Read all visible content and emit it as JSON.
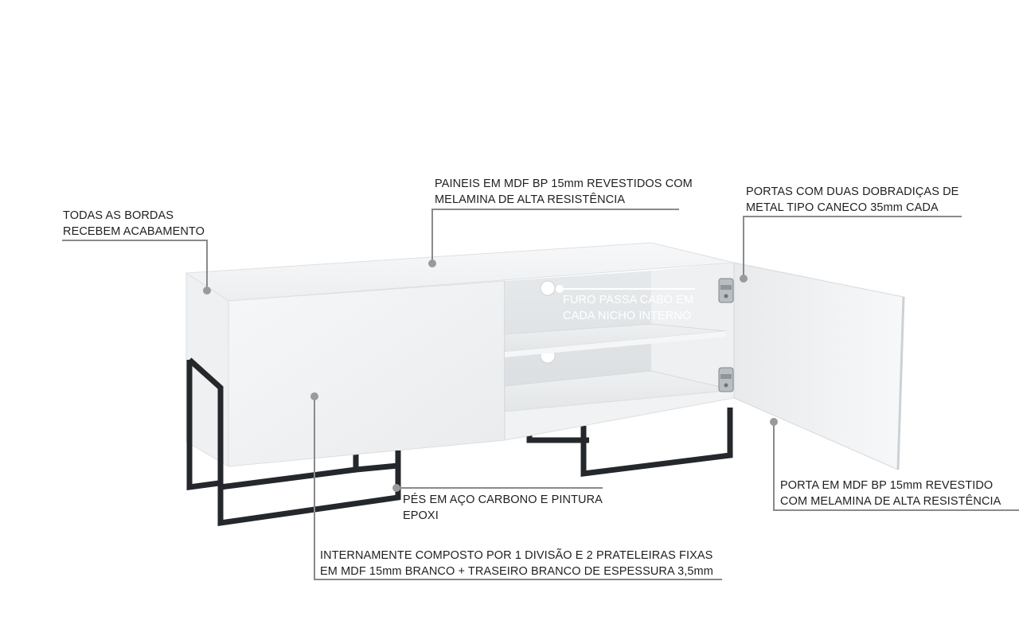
{
  "annotations": {
    "edges": {
      "lines": [
        "TODAS AS BORDAS",
        "RECEBEM ACABAMENTO"
      ]
    },
    "panels": {
      "lines": [
        "PAINEIS EM MDF  BP 15mm REVESTIDOS COM",
        "MELAMINA DE ALTA RESISTÊNCIA"
      ]
    },
    "hinges": {
      "lines": [
        "PORTAS COM DUAS  DOBRADIÇAS DE",
        "METAL TIPO CANECO 35mm CADA"
      ]
    },
    "cable_hole": {
      "lines": [
        "FURO PASSA CABO EM",
        "CADA NICHO INTERNO"
      ]
    },
    "door": {
      "lines": [
        "PORTA EM MDF BP 15mm REVESTIDO",
        "COM  MELAMINA  DE  ALTA  RESISTÊNCIA"
      ]
    },
    "feet": {
      "lines": [
        "PÉS EM AÇO CARBONO E PINTURA",
        "EPOXI"
      ]
    },
    "interior": {
      "lines": [
        "INTERNAMENTE COMPOSTO POR 1 DIVISÃO E 2 PRATELEIRAS FIXAS",
        "EM MDF 15mm BRANCO + TRASEIRO  BRANCO DE ESPESSURA 3,5mm"
      ]
    }
  },
  "colors": {
    "cabinet_white": "#f4f5f6",
    "cabinet_shadow": "#dfe2e5",
    "legs": "#24272b",
    "leader_lines": "#8a8a8a",
    "text": "#1f1f1f"
  }
}
